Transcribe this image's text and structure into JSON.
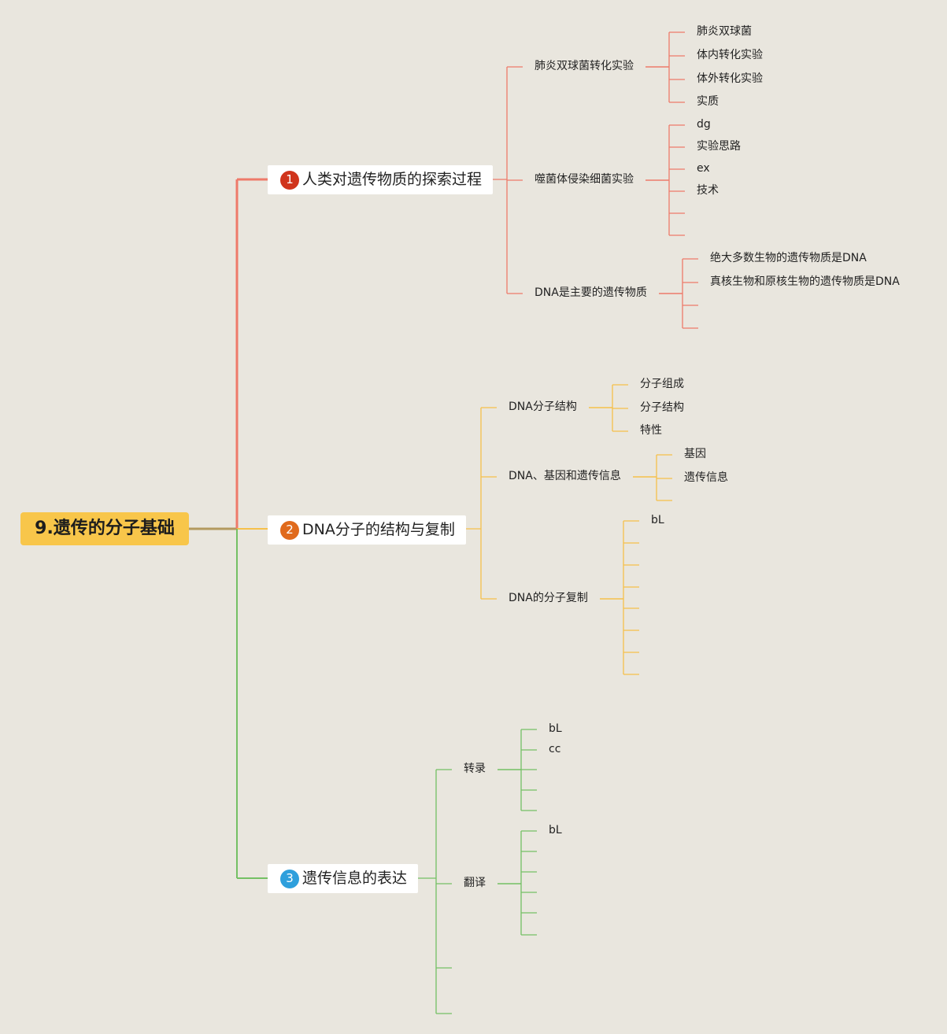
{
  "root": {
    "label": "9.遗传的分子基础"
  },
  "colors": {
    "branch1": "#ee7a6a",
    "branch2": "#f6c04a",
    "branch3": "#74c064",
    "root_link": "#b39a5f",
    "badge1": "#d0341c",
    "badge2": "#e06a1c",
    "badge3": "#2e9fdc"
  },
  "branches": [
    {
      "number": "1",
      "label": "人类对遗传物质的探索过程",
      "children": [
        {
          "label": "肺炎双球菌转化实验",
          "leaves": [
            "肺炎双球菌",
            "体内转化实验",
            "体外转化实验",
            "实质"
          ]
        },
        {
          "label": "噬菌体侵染细菌实验",
          "leaves": [
            "dg",
            "实验思路",
            "ex",
            "技术",
            "",
            ""
          ]
        },
        {
          "label": "DNA是主要的遗传物质",
          "leaves": [
            "绝大多数生物的遗传物质是DNA",
            "真核生物和原核生物的遗传物质是DNA",
            "",
            ""
          ]
        }
      ]
    },
    {
      "number": "2",
      "label": "DNA分子的结构与复制",
      "children": [
        {
          "label": "DNA分子结构",
          "leaves": [
            "分子组成",
            "分子结构",
            "特性"
          ]
        },
        {
          "label": "DNA、基因和遗传信息",
          "leaves": [
            "基因",
            "遗传信息",
            ""
          ]
        },
        {
          "label": "DNA的分子复制",
          "leaves": [
            "bL",
            "",
            "",
            "",
            "",
            "",
            "",
            ""
          ]
        }
      ]
    },
    {
      "number": "3",
      "label": "遗传信息的表达",
      "children": [
        {
          "label": "转录",
          "leaves": [
            "bL",
            "cc",
            "",
            "",
            ""
          ]
        },
        {
          "label": "翻译",
          "leaves": [
            "bL",
            "",
            "",
            "",
            "",
            ""
          ]
        },
        {
          "label": "",
          "leaves": []
        },
        {
          "label": "",
          "leaves": []
        }
      ]
    }
  ]
}
